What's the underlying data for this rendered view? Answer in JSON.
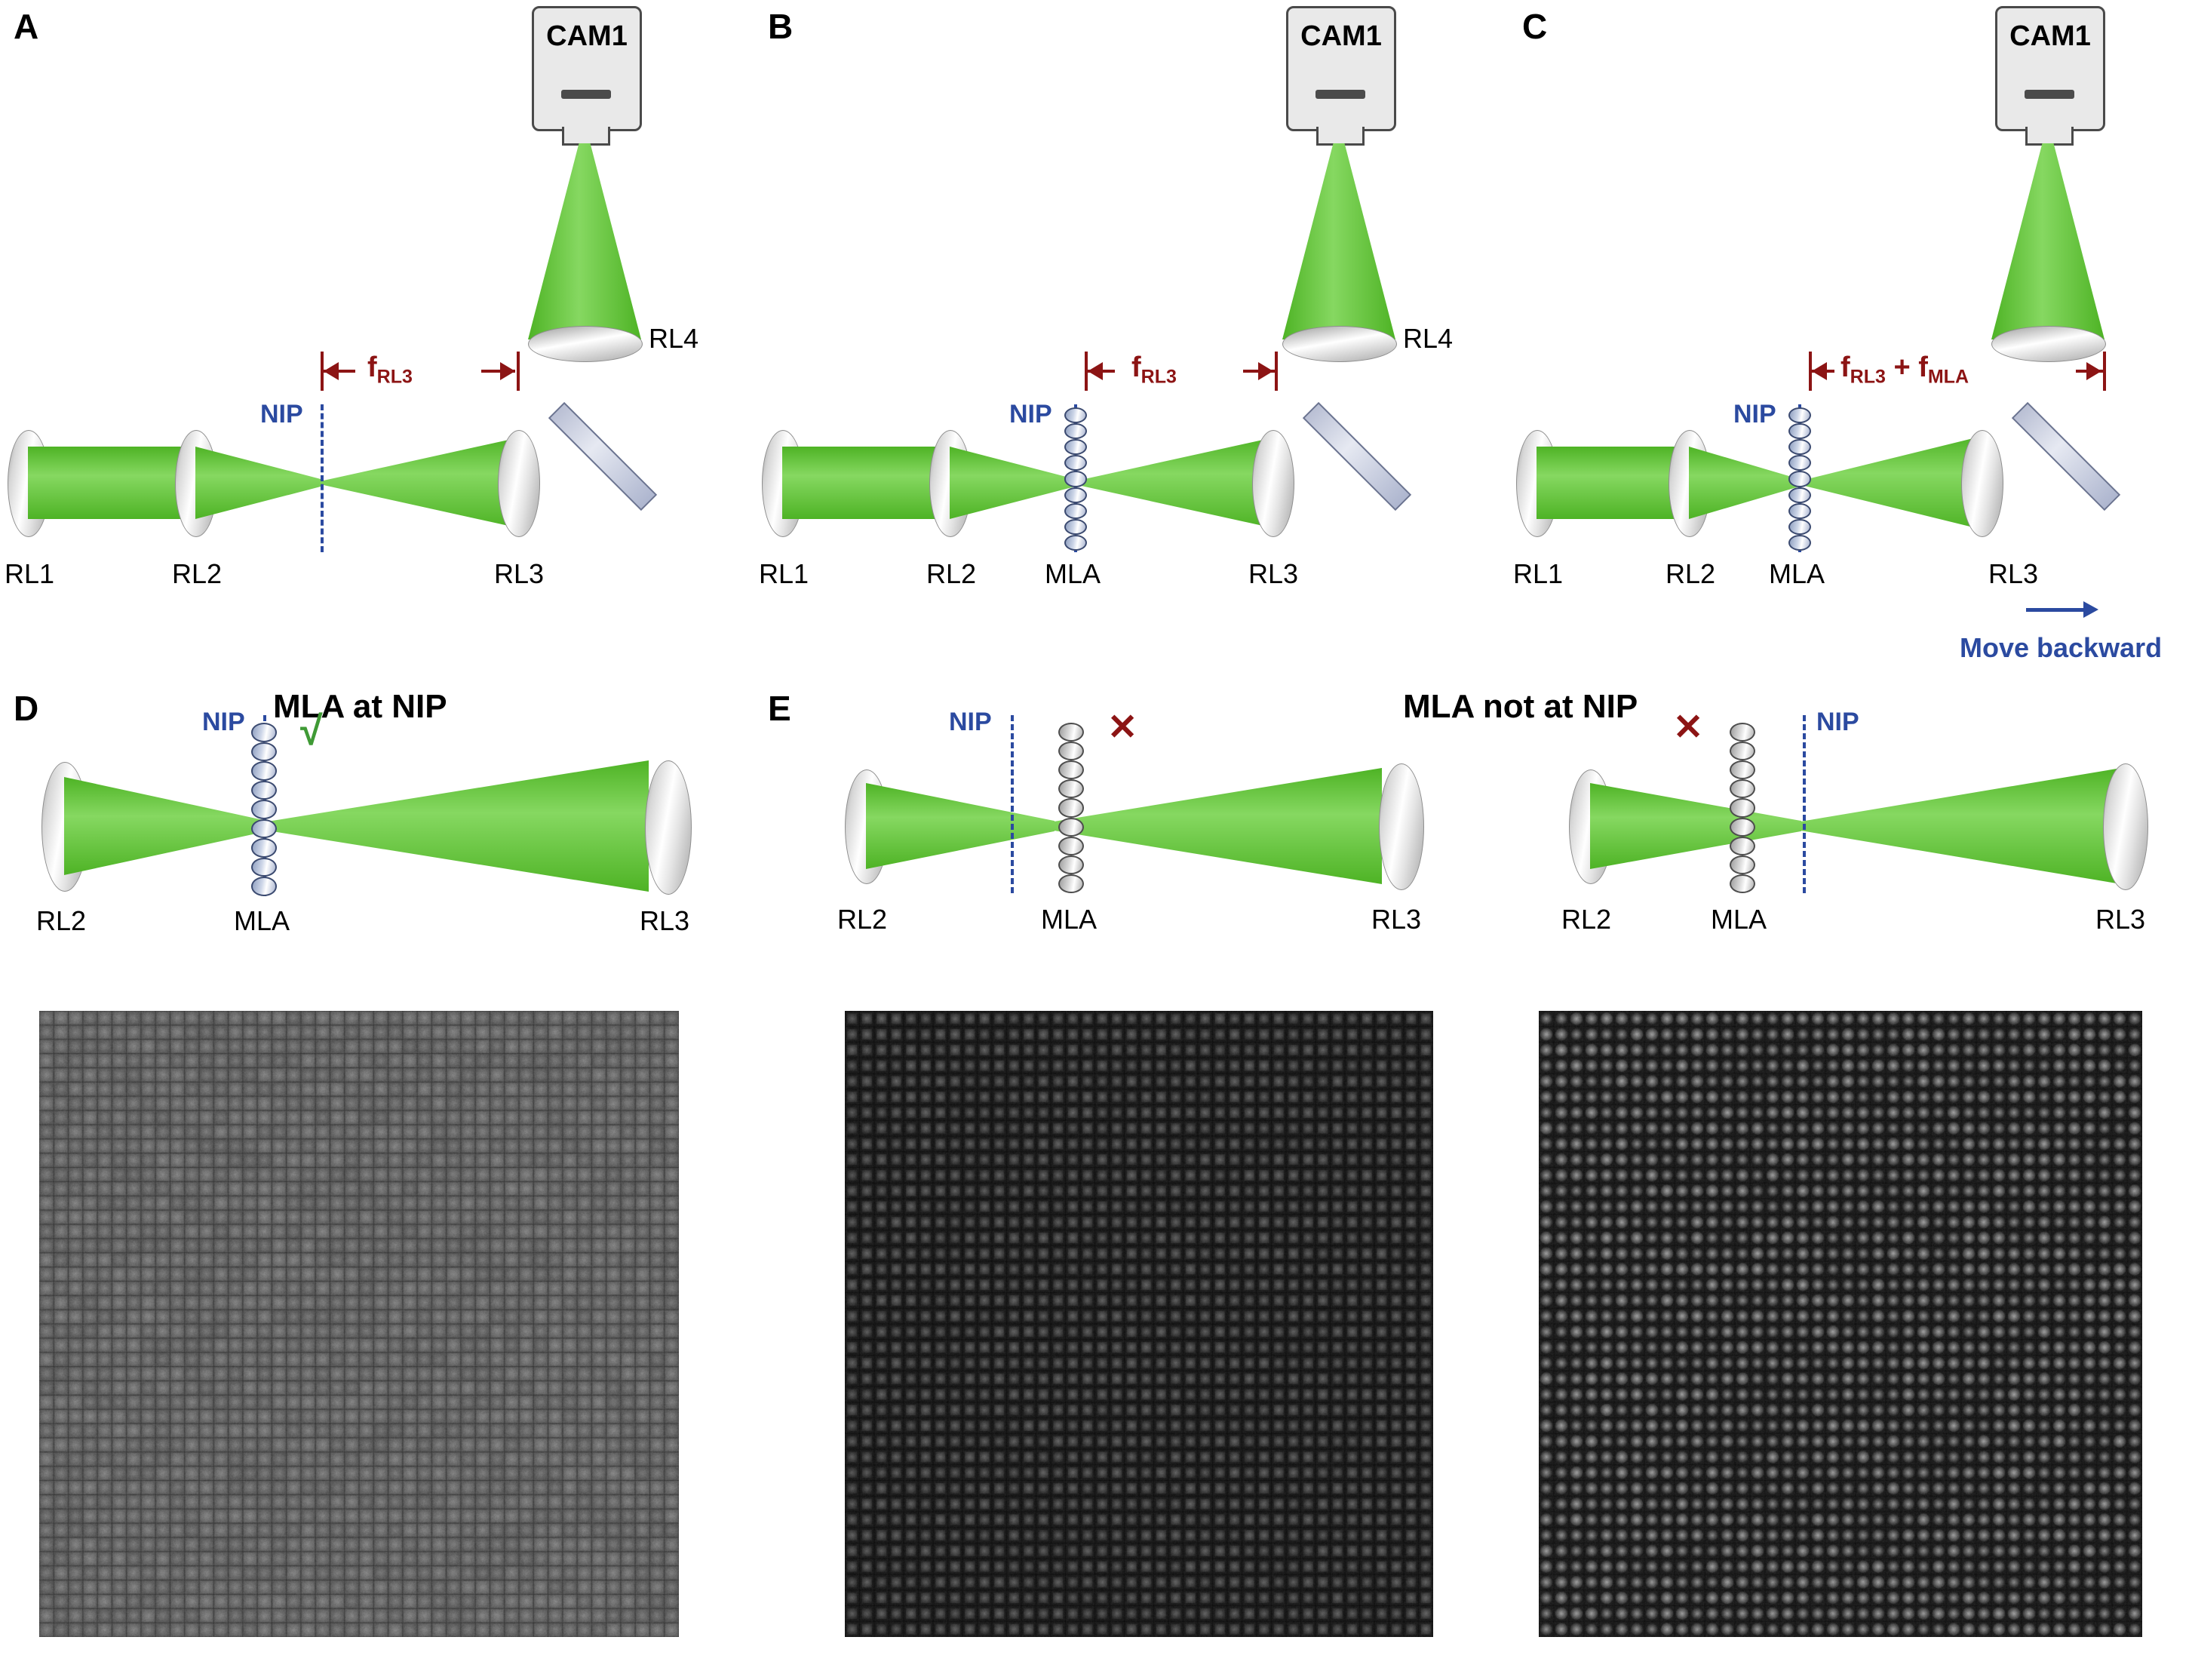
{
  "figure": {
    "panels": [
      {
        "letter": "A",
        "camera_label": "CAM1",
        "lens_labels": [
          "RL1",
          "RL2",
          "RL3",
          "RL4"
        ],
        "nip_label": "NIP",
        "distance_label": "f_RL3",
        "distance_label_base": "f",
        "distance_label_sub": "RL3",
        "has_mla": false
      },
      {
        "letter": "B",
        "camera_label": "CAM1",
        "lens_labels": [
          "RL1",
          "RL2",
          "MLA",
          "RL3",
          "RL4"
        ],
        "nip_label": "NIP",
        "distance_label": "f_RL3",
        "distance_label_base": "f",
        "distance_label_sub": "RL3",
        "has_mla": true
      },
      {
        "letter": "C",
        "camera_label": "CAM1",
        "lens_labels": [
          "RL1",
          "RL2",
          "MLA",
          "RL3"
        ],
        "nip_label": "NIP",
        "distance_label": "f_RL3 + f_MLA",
        "move_label": "Move backward",
        "has_mla": true
      },
      {
        "letter": "D",
        "title": "MLA at NIP",
        "nip_label": "NIP",
        "lens_labels": [
          "RL2",
          "MLA",
          "RL3"
        ],
        "marker": "check",
        "marker_glyph": "√"
      },
      {
        "letter": "E",
        "title": "MLA not at NIP",
        "subpanels": [
          {
            "nip_label": "NIP",
            "lens_labels": [
              "RL2",
              "MLA",
              "RL3"
            ],
            "marker": "cross",
            "marker_glyph": "✕",
            "nip_side": "left"
          },
          {
            "nip_label": "NIP",
            "lens_labels": [
              "RL2",
              "MLA",
              "RL3"
            ],
            "marker": "cross",
            "marker_glyph": "✕",
            "nip_side": "right"
          }
        ]
      }
    ],
    "colors": {
      "beam_green": "#55c32c",
      "nip_blue": "#2b4aa0",
      "focal_dark_red": "#8c1414",
      "check_green": "#3f9a35",
      "lens_grey": "#c9c9c9"
    },
    "micrographs": [
      {
        "name": "mla-at-nip-micrograph",
        "brightness": "bright",
        "grid": 44
      },
      {
        "name": "mla-before-nip-micrograph",
        "brightness": "dark",
        "grid": 40
      },
      {
        "name": "mla-after-nip-micrograph",
        "brightness": "medium",
        "grid": 40
      }
    ]
  }
}
